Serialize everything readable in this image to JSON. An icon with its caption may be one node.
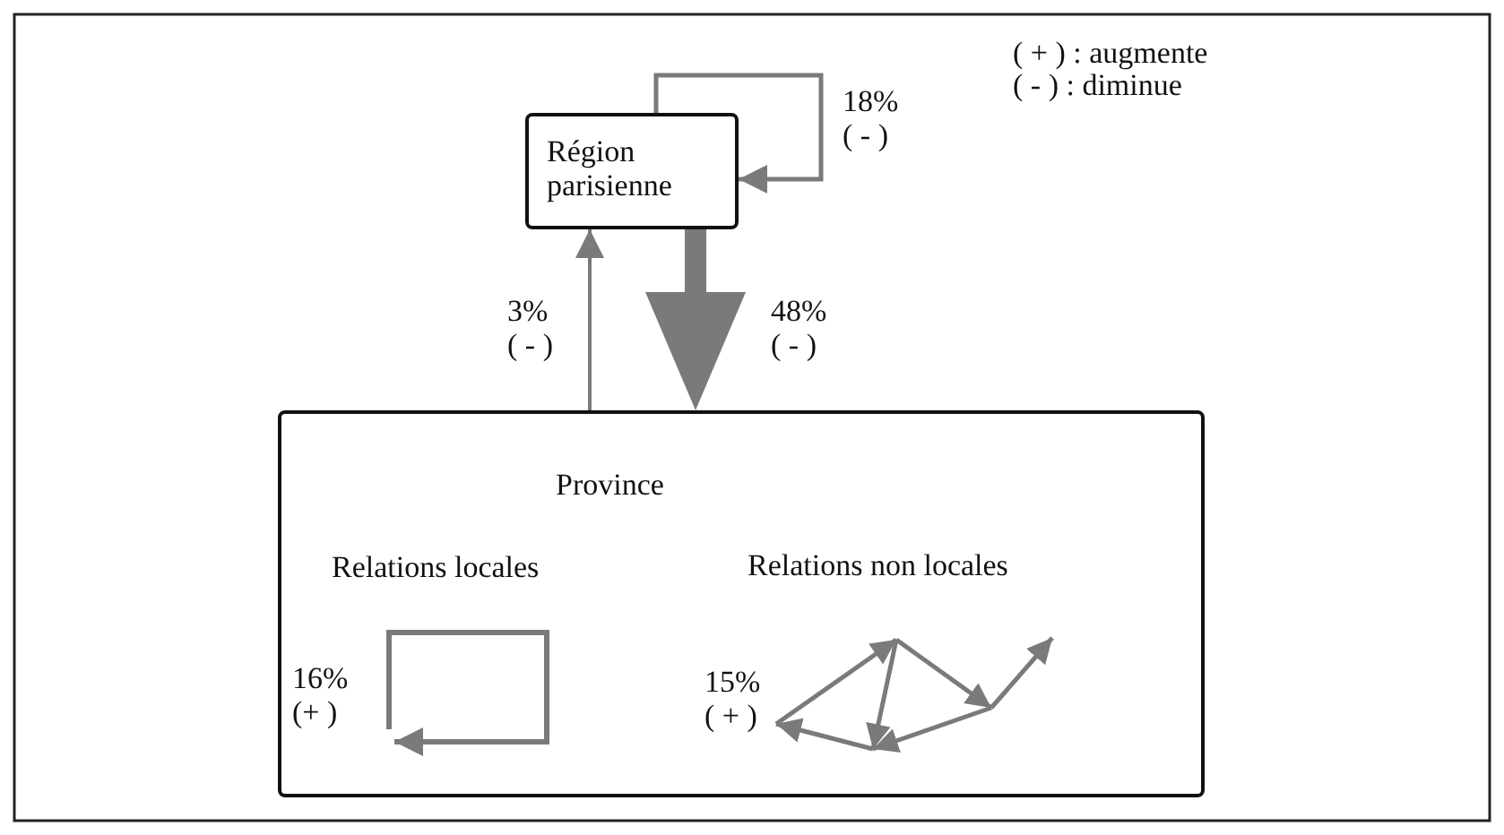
{
  "diagram": {
    "nodes": [
      {
        "text": [
          "Région parisienne"
        ]
      },
      {
        "text": [
          "Province"
        ]
      }
    ],
    "edges": [
      {
        "from": 0,
        "to": 0,
        "arrow": "to",
        "label": "18% ( - )"
      },
      {
        "from": 1,
        "to": 0,
        "arrow": "to",
        "label": "3% ( - )"
      },
      {
        "from": 0,
        "to": 1,
        "arrow": "to",
        "label": "48% ( - )",
        "style": "thick"
      }
    ],
    "labels": [
      "( + ) : augmente",
      "( - ) : diminue",
      "Relations locales",
      "Relations non locales",
      "16% (+ )",
      "15% ( + )"
    ]
  }
}
